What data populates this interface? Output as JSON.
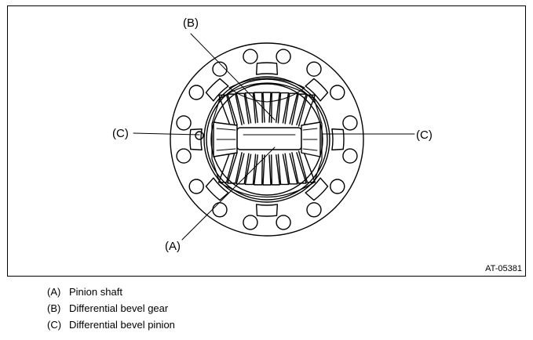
{
  "figure": {
    "code": "AT-05381",
    "callouts": {
      "a": "(A)",
      "b": "(B)",
      "c_left": "(C)",
      "c_right": "(C)"
    }
  },
  "legend": [
    {
      "key": "(A)",
      "label": "Pinion shaft"
    },
    {
      "key": "(B)",
      "label": "Differential bevel gear"
    },
    {
      "key": "(C)",
      "label": "Differential bevel pinion"
    }
  ]
}
